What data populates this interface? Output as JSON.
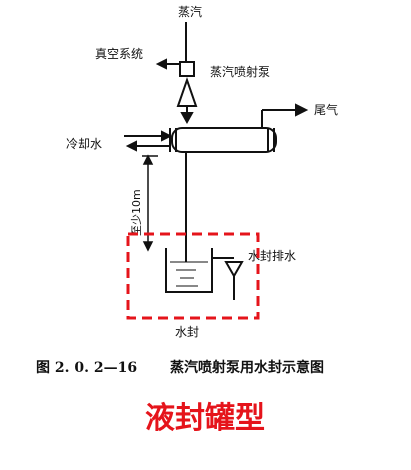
{
  "labels": {
    "steam": "蒸汽",
    "vacuum_system": "真空系统",
    "steam_jet_pump": "蒸汽喷射泵",
    "tail_gas": "尾气",
    "cooling_water": "冷却水",
    "min_height": "至少10m",
    "seal_drain": "水封排水",
    "water_seal": "水封"
  },
  "caption": {
    "figure_number": "图 2. 0. 2—16",
    "figure_title": "蒸汽喷射泵用水封示意图"
  },
  "highlight_title": "液封罐型",
  "colors": {
    "ink": "#111111",
    "highlight": "#e5141b"
  }
}
